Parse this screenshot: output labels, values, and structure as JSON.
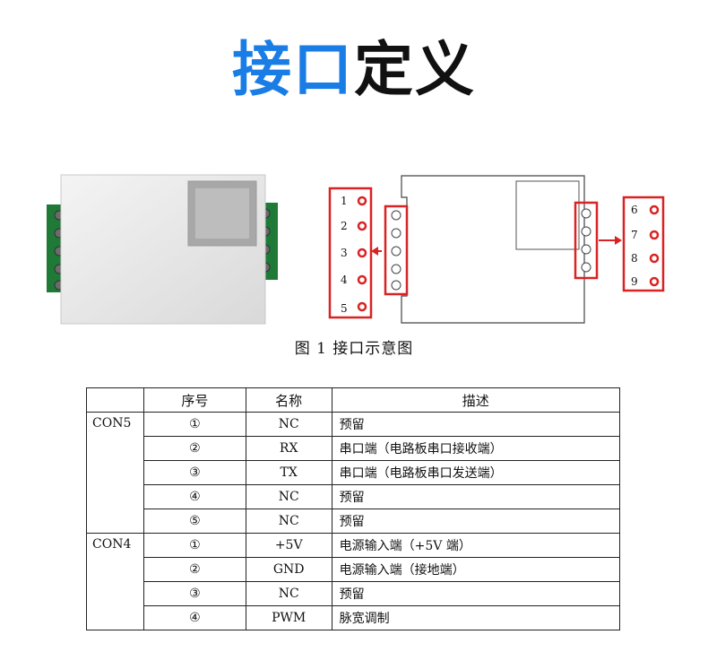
{
  "title": {
    "part1": "接口",
    "part2": "定义"
  },
  "colors": {
    "title_blue": "#1a7de6",
    "highlight_red": "#d92323",
    "pcb_green": "#1e7a36"
  },
  "diagram": {
    "left_pins": [
      "1",
      "2",
      "3",
      "4",
      "5"
    ],
    "right_pins": [
      "6",
      "7",
      "8",
      "9"
    ]
  },
  "caption": "图 1  接口示意图",
  "table": {
    "headers": [
      "",
      "序号",
      "名称",
      "描述"
    ],
    "groups": [
      {
        "name": "CON5",
        "rows": [
          {
            "num": "①",
            "name": "NC",
            "desc": "预留"
          },
          {
            "num": "②",
            "name": "RX",
            "desc": "串口端（电路板串口接收端）"
          },
          {
            "num": "③",
            "name": "TX",
            "desc": "串口端（电路板串口发送端）"
          },
          {
            "num": "④",
            "name": "NC",
            "desc": "预留"
          },
          {
            "num": "⑤",
            "name": "NC",
            "desc": "预留"
          }
        ]
      },
      {
        "name": "CON4",
        "rows": [
          {
            "num": "①",
            "name": "+5V",
            "desc": "电源输入端（+5V 端）"
          },
          {
            "num": "②",
            "name": "GND",
            "desc": "电源输入端（接地端）"
          },
          {
            "num": "③",
            "name": "NC",
            "desc": "预留"
          },
          {
            "num": "④",
            "name": "PWM",
            "desc": "脉宽调制"
          }
        ]
      }
    ]
  }
}
